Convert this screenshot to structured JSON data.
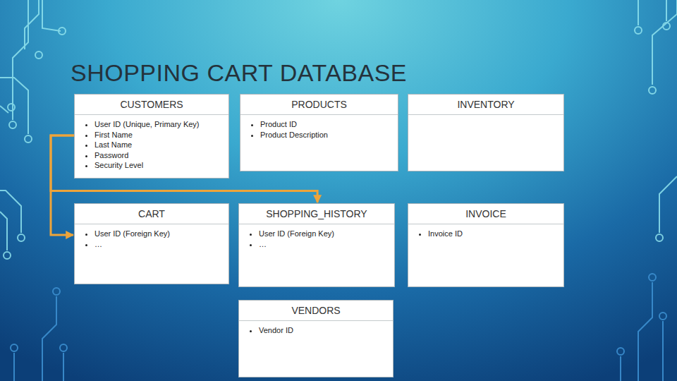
{
  "diagram": {
    "title": "SHOPPING CART DATABASE",
    "nodes": [
      {
        "text": [
          "CUSTOMERS",
          "User ID (Unique, Primary Key)",
          "First Name",
          "Last Name",
          "Password",
          "Security Level"
        ]
      },
      {
        "text": [
          "PRODUCTS",
          "Product ID",
          "Product Description"
        ]
      },
      {
        "text": [
          "INVENTORY"
        ]
      },
      {
        "text": [
          "CART",
          "User ID (Foreign Key)",
          "…"
        ]
      },
      {
        "text": [
          "SHOPPING_HISTORY",
          "User ID (Foreign Key)",
          "…"
        ]
      },
      {
        "text": [
          "INVOICE",
          "Invoice ID"
        ]
      },
      {
        "text": [
          "VENDORS",
          "Vendor ID"
        ]
      }
    ],
    "edges": [
      {
        "from": 0,
        "to": 3,
        "arrow": "to"
      },
      {
        "from": 0,
        "to": 4,
        "arrow": "to"
      }
    ]
  }
}
